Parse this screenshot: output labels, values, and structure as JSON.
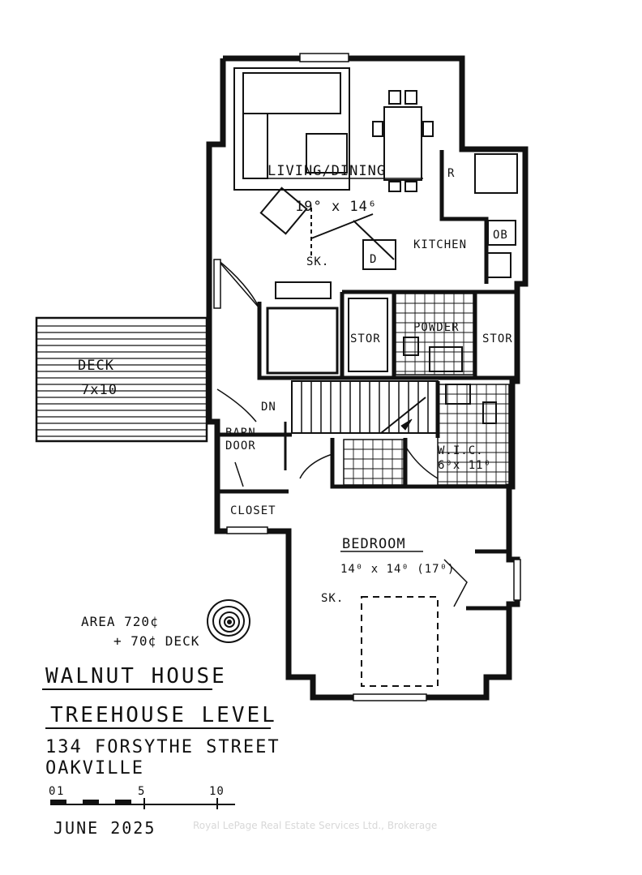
{
  "plan": {
    "rooms": {
      "living_dining": "LIVING/DINING",
      "living_dims": "19° x 14⁶",
      "kitchen": "KITCHEN",
      "k_sk": "SK.",
      "k_r": "R",
      "k_ob": "OB",
      "k_d": "D",
      "stor_left": "STOR",
      "powder": "POWDER",
      "stor_right": "STOR",
      "deck": "DECK",
      "deck_dims": "7x10",
      "dn": "DN",
      "barn_door_1": "BARN",
      "barn_door_2": "DOOR",
      "wic": "W.I.C.",
      "wic_dims": "6⁰x 11⁰",
      "closet": "CLOSET",
      "bedroom": "BEDROOM",
      "bedroom_dims": "14⁰ x 14⁰ (17⁰)",
      "b_sk": "SK."
    },
    "area_line1": "AREA 720¢",
    "area_line2": "+ 70¢ DECK",
    "project_name": "WALNUT HOUSE",
    "level_name": "TREEHOUSE LEVEL",
    "address_line1": "134 FORSYTHE STREET",
    "address_line2": "OAKVILLE",
    "scale_labels": [
      "0",
      "1",
      "5",
      "10"
    ],
    "date": "JUNE 2025",
    "watermark": "Royal LePage Real Estate Services Ltd., Brokerage"
  },
  "colors": {
    "ink": "#111111",
    "paper": "#ffffff",
    "watermark": "#d8d8d8"
  }
}
